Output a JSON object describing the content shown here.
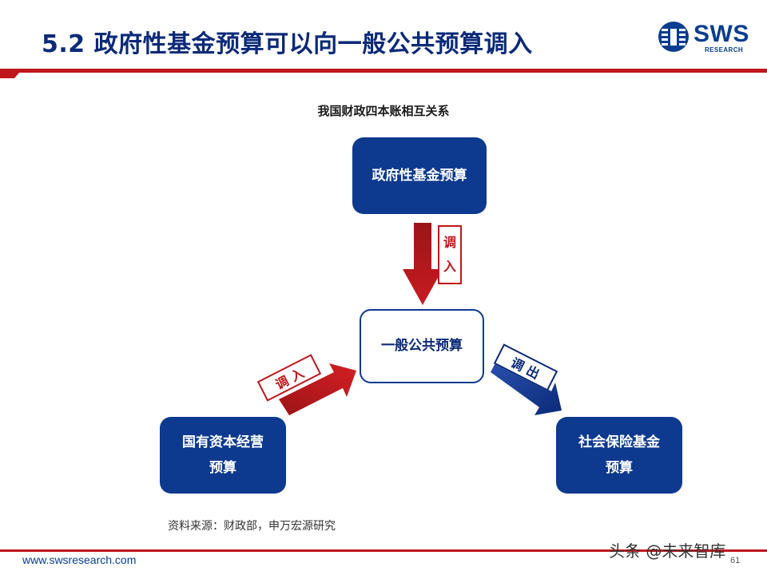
{
  "header": {
    "title": "5.2 政府性基金预算可以向一般公共预算调入",
    "logo_text": "SWS",
    "logo_subtext": "RESEARCH"
  },
  "diagram": {
    "title": "我国财政四本账相互关系",
    "nodes": {
      "government_fund": "政府性基金预算",
      "general_public": "一般公共预算",
      "state_capital_line1": "国有资本经营",
      "state_capital_line2": "预算",
      "social_insurance_line1": "社会保险基金",
      "social_insurance_line2": "预算"
    },
    "edges": {
      "top_label_char1": "调",
      "top_label_char2": "入",
      "left_label": "调 入",
      "right_label": "调 出"
    },
    "colors": {
      "navy": "#0d3a8e",
      "red": "#c0171c"
    }
  },
  "footer": {
    "source": "资料来源：财政部，申万宏源研究",
    "url": "www.swsresearch.com",
    "page": "61",
    "watermark": "头条 @未来智库"
  }
}
